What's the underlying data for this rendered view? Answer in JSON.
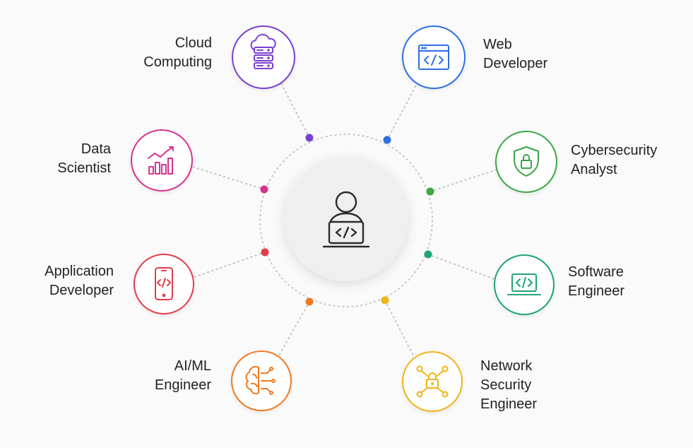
{
  "center": {
    "icon": "developer-laptop-icon"
  },
  "roles": [
    {
      "key": "cloud-computing",
      "lines": [
        "Cloud",
        "Computing"
      ],
      "icon": "cloud-server-icon",
      "color": "#7b3fd1"
    },
    {
      "key": "web-developer",
      "lines": [
        "Web",
        "Developer"
      ],
      "icon": "browser-code-icon",
      "color": "#2f6fe0"
    },
    {
      "key": "data-scientist",
      "lines": [
        "Data",
        "Scientist"
      ],
      "icon": "bar-chart-trend-icon",
      "color": "#d6338e"
    },
    {
      "key": "cybersecurity-analyst",
      "lines": [
        "Cybersecurity",
        "Analyst"
      ],
      "icon": "shield-lock-icon",
      "color": "#3aa845"
    },
    {
      "key": "application-developer",
      "lines": [
        "Application",
        "Developer"
      ],
      "icon": "mobile-code-icon",
      "color": "#e23c4a"
    },
    {
      "key": "software-engineer",
      "lines": [
        "Software",
        "Engineer"
      ],
      "icon": "laptop-code-icon",
      "color": "#1fa37a"
    },
    {
      "key": "ai-ml-engineer",
      "lines": [
        "AI/ML",
        "Engineer"
      ],
      "icon": "brain-circuit-icon",
      "color": "#ee7a21"
    },
    {
      "key": "network-security-engineer",
      "lines": [
        "Network",
        "Security",
        "Engineer"
      ],
      "icon": "network-lock-icon",
      "color": "#efb415"
    }
  ]
}
